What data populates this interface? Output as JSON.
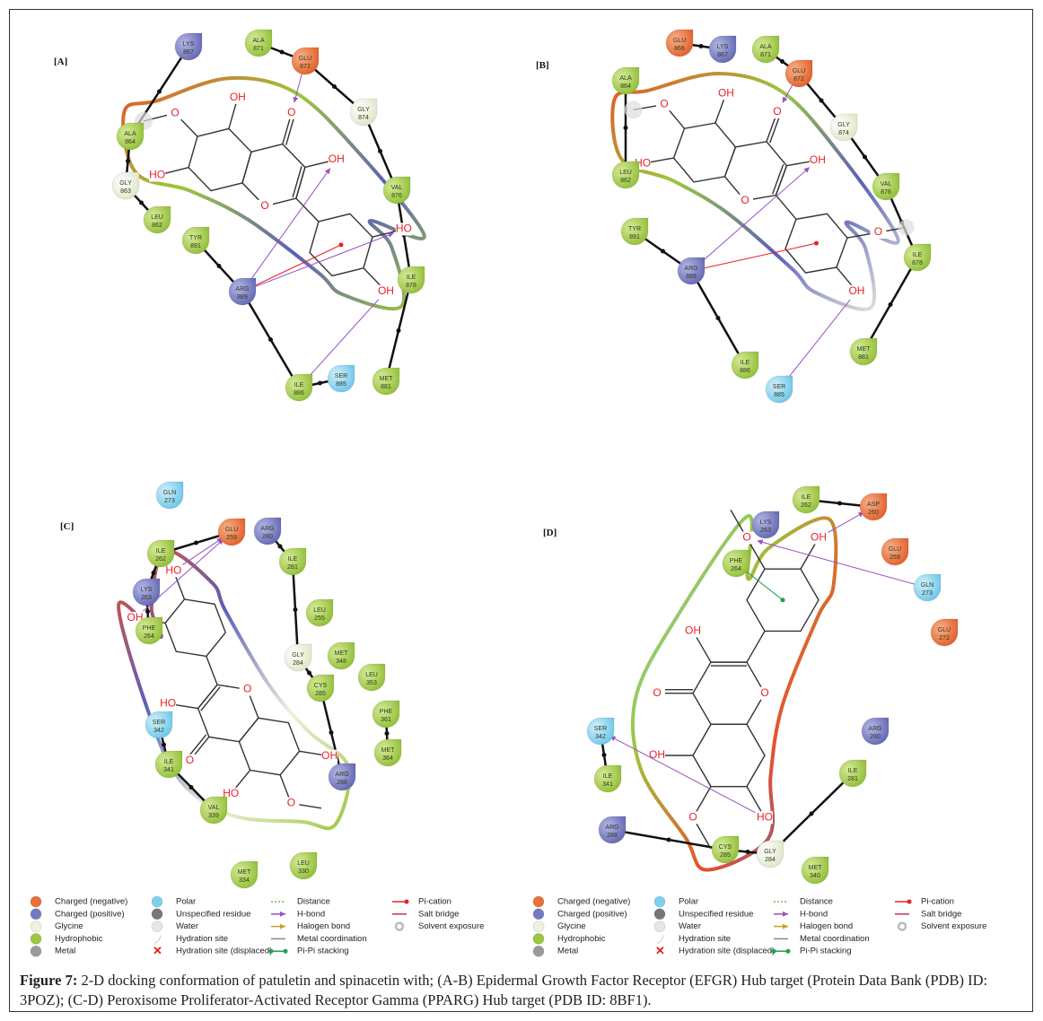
{
  "panels": [
    {
      "label": "[A]",
      "residues": [
        {
          "name": "LYS",
          "num": "867",
          "type": "pos"
        },
        {
          "name": "ALA",
          "num": "871",
          "type": "hyd"
        },
        {
          "name": "GLU",
          "num": "872",
          "type": "neg"
        },
        {
          "name": "GLY",
          "num": "874",
          "type": "gly"
        },
        {
          "name": "ALA",
          "num": "864",
          "type": "hyd"
        },
        {
          "name": "GLY",
          "num": "863",
          "type": "gly"
        },
        {
          "name": "LEU",
          "num": "862",
          "type": "hyd"
        },
        {
          "name": "VAL",
          "num": "876",
          "type": "hyd"
        },
        {
          "name": "TYR",
          "num": "891",
          "type": "hyd"
        },
        {
          "name": "ARG",
          "num": "889",
          "type": "pos"
        },
        {
          "name": "ILE",
          "num": "878",
          "type": "hyd"
        },
        {
          "name": "SER",
          "num": "885",
          "type": "polar"
        },
        {
          "name": "ILE",
          "num": "886",
          "type": "hyd"
        },
        {
          "name": "MET",
          "num": "881",
          "type": "hyd"
        }
      ],
      "atoms": {
        "c4o": "O",
        "c3o": "OH",
        "c5o": "OH",
        "c6o": "O",
        "c7o": "HO",
        "o1": "O",
        "b3o": "HO",
        "b4o": "OH"
      }
    },
    {
      "label": "[B]",
      "residues": [
        {
          "name": "GLU",
          "num": "866",
          "type": "neg"
        },
        {
          "name": "LYS",
          "num": "867",
          "type": "pos"
        },
        {
          "name": "ALA",
          "num": "871",
          "type": "hyd"
        },
        {
          "name": "GLU",
          "num": "872",
          "type": "neg"
        },
        {
          "name": "ALA",
          "num": "864",
          "type": "hyd"
        },
        {
          "name": "GLY",
          "num": "874",
          "type": "gly"
        },
        {
          "name": "LEU",
          "num": "862",
          "type": "hyd"
        },
        {
          "name": "VAL",
          "num": "876",
          "type": "hyd"
        },
        {
          "name": "TYR",
          "num": "891",
          "type": "hyd"
        },
        {
          "name": "ARG",
          "num": "889",
          "type": "pos"
        },
        {
          "name": "ILE",
          "num": "878",
          "type": "hyd"
        },
        {
          "name": "MET",
          "num": "881",
          "type": "hyd"
        },
        {
          "name": "ILE",
          "num": "886",
          "type": "hyd"
        },
        {
          "name": "SER",
          "num": "885",
          "type": "polar"
        }
      ],
      "atoms": {
        "c4o": "O",
        "c3o": "OH",
        "c5o": "OH",
        "c6o": "O",
        "c7o": "HO",
        "o1": "O",
        "b3o": "O",
        "b4o": "OH"
      }
    },
    {
      "label": "[C]",
      "residues": [
        {
          "name": "GLN",
          "num": "273",
          "type": "polar"
        },
        {
          "name": "GLU",
          "num": "259",
          "type": "neg"
        },
        {
          "name": "ARG",
          "num": "280",
          "type": "pos"
        },
        {
          "name": "ILE",
          "num": "262",
          "type": "hyd"
        },
        {
          "name": "LYS",
          "num": "263",
          "type": "pos"
        },
        {
          "name": "ILE",
          "num": "281",
          "type": "hyd"
        },
        {
          "name": "PHE",
          "num": "264",
          "type": "hyd"
        },
        {
          "name": "LEU",
          "num": "255",
          "type": "hyd"
        },
        {
          "name": "GLY",
          "num": "284",
          "type": "gly"
        },
        {
          "name": "MET",
          "num": "348",
          "type": "hyd"
        },
        {
          "name": "LEU",
          "num": "353",
          "type": "hyd"
        },
        {
          "name": "CYS",
          "num": "285",
          "type": "hyd"
        },
        {
          "name": "PHE",
          "num": "361",
          "type": "hyd"
        },
        {
          "name": "SER",
          "num": "342",
          "type": "polar"
        },
        {
          "name": "MET",
          "num": "364",
          "type": "hyd"
        },
        {
          "name": "ILE",
          "num": "341",
          "type": "hyd"
        },
        {
          "name": "ARG",
          "num": "288",
          "type": "pos"
        },
        {
          "name": "VAL",
          "num": "339",
          "type": "hyd"
        },
        {
          "name": "MET",
          "num": "334",
          "type": "hyd"
        },
        {
          "name": "LEU",
          "num": "330",
          "type": "hyd"
        }
      ],
      "atoms": {
        "c4o": "O",
        "c3o": "HO",
        "c5o": "HO",
        "c6o": "O",
        "c7o": "OH",
        "o1": "O",
        "b3o": "OH",
        "b4o": "HO"
      }
    },
    {
      "label": "[D]",
      "residues": [
        {
          "name": "ILE",
          "num": "262",
          "type": "hyd"
        },
        {
          "name": "ASP",
          "num": "260",
          "type": "neg"
        },
        {
          "name": "LYS",
          "num": "263",
          "type": "pos"
        },
        {
          "name": "GLU",
          "num": "259",
          "type": "neg"
        },
        {
          "name": "PHE",
          "num": "264",
          "type": "hyd"
        },
        {
          "name": "GLN",
          "num": "273",
          "type": "polar"
        },
        {
          "name": "GLU",
          "num": "272",
          "type": "neg"
        },
        {
          "name": "SER",
          "num": "342",
          "type": "polar"
        },
        {
          "name": "ARG",
          "num": "280",
          "type": "pos"
        },
        {
          "name": "ILE",
          "num": "341",
          "type": "hyd"
        },
        {
          "name": "ILE",
          "num": "281",
          "type": "hyd"
        },
        {
          "name": "ARG",
          "num": "288",
          "type": "pos"
        },
        {
          "name": "CYS",
          "num": "285",
          "type": "hyd"
        },
        {
          "name": "GLY",
          "num": "284",
          "type": "gly"
        },
        {
          "name": "MET",
          "num": "340",
          "type": "hyd"
        }
      ],
      "atoms": {
        "c4o": "O",
        "c3o": "OH",
        "c5o": "OH",
        "c6o": "O",
        "c7o": "HO",
        "o1": "O",
        "b3o": "O",
        "b4o": "OH"
      }
    }
  ],
  "legend": {
    "col1": [
      {
        "label": "Charged (negative)",
        "color": "#e8703a"
      },
      {
        "label": "Charged (positive)",
        "color": "#7478c0"
      },
      {
        "label": "Glycine",
        "color": "#eef2de"
      },
      {
        "label": "Hydrophobic",
        "color": "#9cc73f"
      },
      {
        "label": "Metal",
        "color": "#9a9a9a"
      }
    ],
    "col2": [
      {
        "label": "Polar",
        "color": "#7fd0ef"
      },
      {
        "label": "Unspecified residue",
        "color": "#777777"
      },
      {
        "label": "Water",
        "color": "#e6e6e6"
      },
      {
        "label": "Hydration site",
        "color": "#ffffff"
      },
      {
        "label": "Hydration site (displaced)",
        "color": "#e02020"
      }
    ],
    "col3": [
      {
        "label": "Distance",
        "color": "#6cbf4a"
      },
      {
        "label": "H-bond",
        "color": "#9a4fc0"
      },
      {
        "label": "Halogen bond",
        "color": "#c8a020"
      },
      {
        "label": "Metal coordination",
        "color": "#888888"
      },
      {
        "label": "Pi-Pi stacking",
        "color": "#20a050"
      }
    ],
    "col4": [
      {
        "label": "Pi-cation",
        "color": "#e8202a"
      },
      {
        "label": "Salt bridge",
        "color": "#c03070"
      },
      {
        "label": "Solvent exposure",
        "color": "#bbbbbb"
      }
    ]
  },
  "caption": {
    "bold": "Figure 7:",
    "text": " 2-D docking conformation of patuletin and spinacetin with; (A-B) Epidermal Growth Factor Receptor (EFGR) Hub target (Protein Data Bank (PDB) ID: 3POZ); (C-D) Peroxisome Proliferator-Activated Receptor Gamma (PPARG) Hub target (PDB ID: 8BF1)."
  }
}
